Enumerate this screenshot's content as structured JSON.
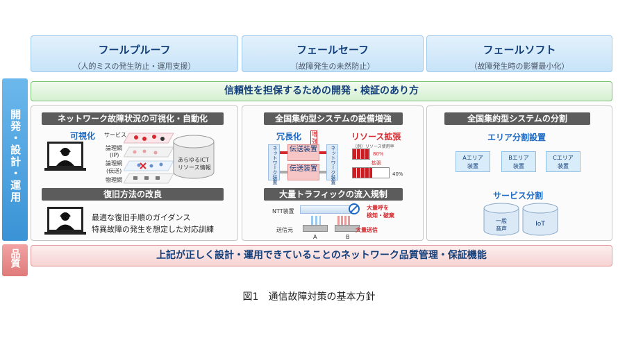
{
  "headers": [
    {
      "title": "フールプルーフ",
      "sub": "（人的ミスの発生防止・運用支援）"
    },
    {
      "title": "フェールセーフ",
      "sub": "（故障発生の未然防止）"
    },
    {
      "title": "フェールソフト",
      "sub": "（故障発生時の影響最小化）"
    }
  ],
  "side_labels": {
    "dev": "開発・設計・運用",
    "quality": "品質"
  },
  "reliability_banner": "信頼性を担保するための開発・検証のあり方",
  "panel1": {
    "title": "ネットワーク故障状況の可視化・自動化",
    "visualize": "可視化",
    "layers": [
      "サービス",
      "論理網",
      "(IP)",
      "論理網",
      "(伝送)",
      "物理網"
    ],
    "ict_label_1": "あらゆるICT",
    "ict_label_2": "リソース情報",
    "recovery_title": "復旧方法の改良",
    "recovery_line1": "最適な復旧手順のガイダンス",
    "recovery_line2": "特異故障の発生を想定した対応訓練"
  },
  "panel2": {
    "title": "全国集約型システムの設備増強",
    "redundancy": "冗長化",
    "increase": "増強",
    "network_device": "ネットワーク装置",
    "transmission_device": "伝送装置",
    "resource_expansion": "リソース拡張",
    "resource_usage": "（例）リソース使用率",
    "pct_80": "80%",
    "pct_40": "40%",
    "expand": "拡張",
    "traffic_title": "大量トラフィックの流入規制",
    "ntt_device": "NTT装置",
    "sender": "送信元",
    "detect_1": "大量呼を",
    "detect_2": "検知・破棄",
    "mass_send": "大量送信",
    "label_a": "A",
    "label_b": "B"
  },
  "panel3": {
    "title": "全国集約型システムの分割",
    "area_title": "エリア分割設置",
    "areas": [
      {
        "l1": "Aエリア",
        "l2": "装置"
      },
      {
        "l1": "Bエリア",
        "l2": "装置"
      },
      {
        "l1": "Cエリア",
        "l2": "装置"
      }
    ],
    "service_title": "サービス分割",
    "db1_l1": "一般",
    "db1_l2": "音声",
    "db2": "IoT"
  },
  "quality_banner": "上記が正しく設計・運用できていることのネットワーク品質管理・保証機能",
  "caption": "図1　通信故障対策の基本方針",
  "colors": {
    "accent_blue": "#1c69c4",
    "accent_red": "#d7282d",
    "side_blue": "#4aa3e0",
    "side_pink": "#e98c8c"
  }
}
